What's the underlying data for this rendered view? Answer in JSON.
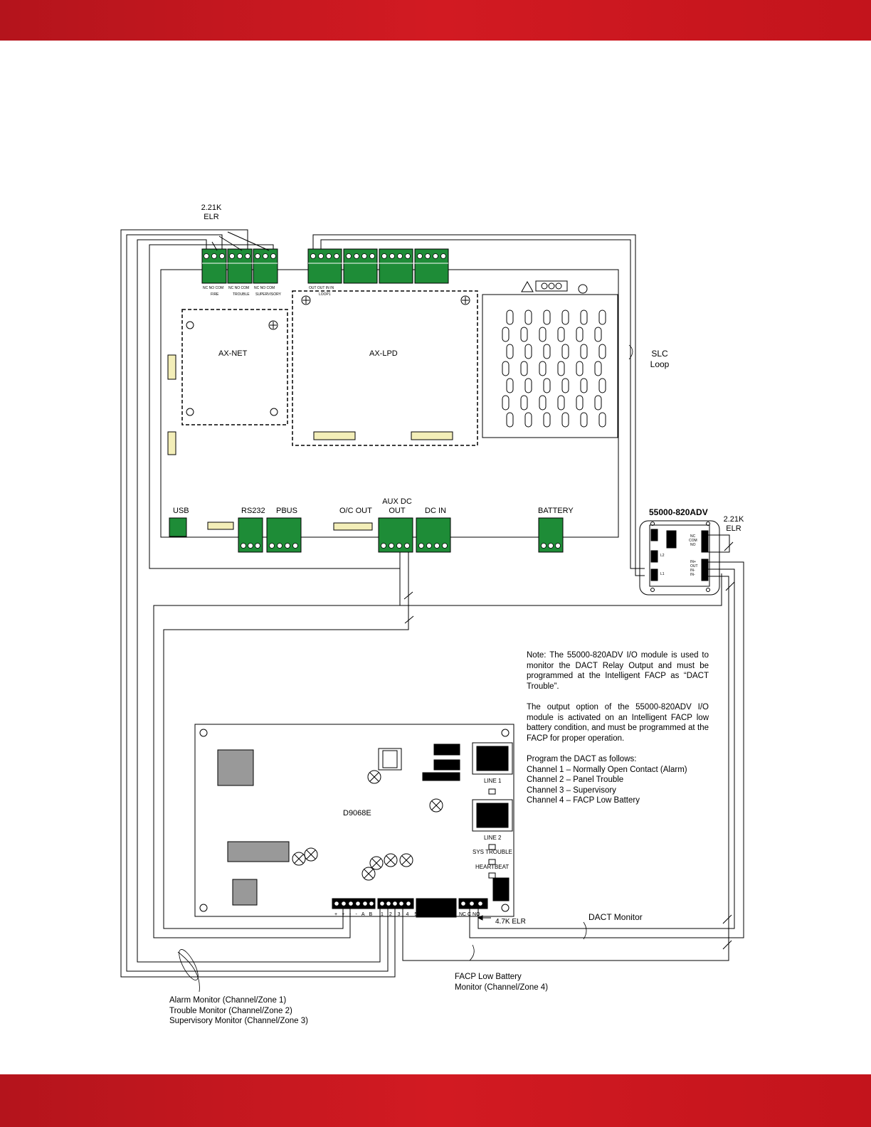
{
  "colors": {
    "band": "#c8161e",
    "terminal_green": "#1e8c37",
    "line": "#000000",
    "block_gray": "#999999"
  },
  "labels": {
    "elr_top": [
      "2.21K",
      "ELR"
    ],
    "relay_terms": [
      "NC NO COM",
      "NC NO COM",
      "NC NO COM"
    ],
    "relay_names": [
      "FIRE",
      "TROUBLE",
      "SUPERVISORY"
    ],
    "loop_terms": "OUT OUT IN IN",
    "loop_name": "LOOP1",
    "ax_net": "AX-NET",
    "ax_lpd": "AX-LPD",
    "slc_loop": [
      "SLC",
      "Loop"
    ],
    "usb": "USB",
    "rs232": "RS232",
    "pbus": "PBUS",
    "oc_out": "O/C OUT",
    "aux_dc_out": [
      "AUX DC",
      "OUT"
    ],
    "dc_in": "DC IN",
    "battery": "BATTERY",
    "module_name": "55000-820ADV",
    "elr_right": [
      "2.21K",
      "ELR"
    ],
    "module_pins_top": [
      "NC",
      "COM",
      "NO"
    ],
    "module_pins_bottom": [
      "IN+",
      "OUT",
      "IN-",
      "IN-"
    ],
    "module_l2": "L2",
    "module_l1": "L1",
    "dialer": "D9068E",
    "line1": "LINE 1",
    "line2": "LINE 2",
    "sys_trouble": "SYS TROUBLE",
    "heartbeat": "HEARTBEAT",
    "dialer_terms_a": "+ + - - A B",
    "dialer_terms_b": "1 2 3 4 5",
    "dialer_terms_c": "NC C NO",
    "elr_47k": "4.7K ELR",
    "dact_monitor": "DACT Monitor",
    "facp_low_battery": [
      "FACP Low Battery",
      "Monitor (Channel/Zone 4)"
    ],
    "callout_left": [
      "Alarm Monitor (Channel/Zone 1)",
      "Trouble Monitor (Channel/Zone 2)",
      "Supervisory Monitor (Channel/Zone 3)"
    ]
  },
  "note": {
    "p1": "Note:  The 55000-820ADV I/O module is used to monitor the DACT Relay Output and must be programmed at the Intelligent FACP as “DACT Trouble”.",
    "p2": "The output option of the 55000-820ADV I/O module is activated on an Intelligent FACP low battery condition, and must be programmed at the FACP for proper operation.",
    "p3_title": "Program the DACT as follows:",
    "channels": [
      "Channel 1 – Normally Open Contact (Alarm)",
      "Channel 2 – Panel Trouble",
      "Channel 3 – Supervisory",
      "Channel 4 – FACP Low Battery"
    ]
  }
}
